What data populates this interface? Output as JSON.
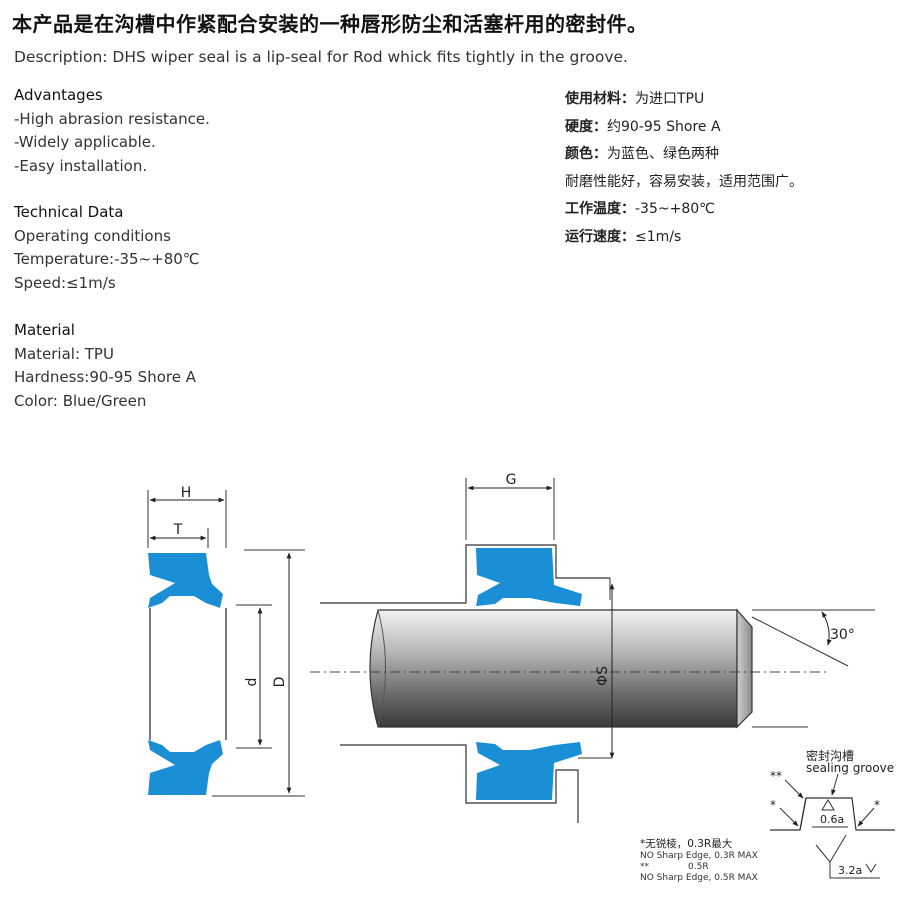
{
  "header": {
    "title_cn": "本产品是在沟槽中作紧配合安装的一种唇形防尘和活塞杆用的密封件。",
    "description": "Description: DHS wiper seal is a lip-seal for Rod whick fits tightly in the groove."
  },
  "advantages": {
    "heading": "Advantages",
    "items": [
      "-High abrasion resistance.",
      "-Widely applicable.",
      "-Easy installation."
    ]
  },
  "technical": {
    "heading": "Technical Data",
    "lines": [
      "Operating conditions",
      "Temperature:-35~+80℃",
      "Speed:≤1m/s"
    ]
  },
  "material": {
    "heading": "Material",
    "lines": [
      "Material: TPU",
      "Hardness:90-95 Shore A",
      "Color: Blue/Green"
    ]
  },
  "cn_specs": [
    {
      "label": "使用材料：",
      "value": "为进口TPU"
    },
    {
      "label": "硬度：",
      "value": "约90-95 Shore A"
    },
    {
      "label": "颜色：",
      "value": "为蓝色、绿色两种"
    },
    {
      "label": "",
      "value": "耐磨性能好，容易安装，适用范围广。"
    },
    {
      "label": "工作温度：",
      "value": "-35~+80℃"
    },
    {
      "label": "运行速度：",
      "value": "≤1m/s"
    }
  ],
  "drawing": {
    "seal_color": "#1a8fd6",
    "dim_H": "H",
    "dim_T": "T",
    "dim_d": "d",
    "dim_D": "D",
    "dim_G": "G",
    "dim_S": "ΦS",
    "angle": "30°",
    "groove_cn": "密封沟槽",
    "groove_en": "sealing groove",
    "rough_1": "0.6a",
    "rough_2": "3.2a",
    "mark_double": "**",
    "mark_single": "*",
    "note_1": "*无锐棱，0.3R最大",
    "note_2": "NO Sharp Edge, 0.3R MAX",
    "note_3_mark": "**",
    "note_3_val": "0.5R",
    "note_4": "NO Sharp Edge, 0.5R MAX"
  }
}
